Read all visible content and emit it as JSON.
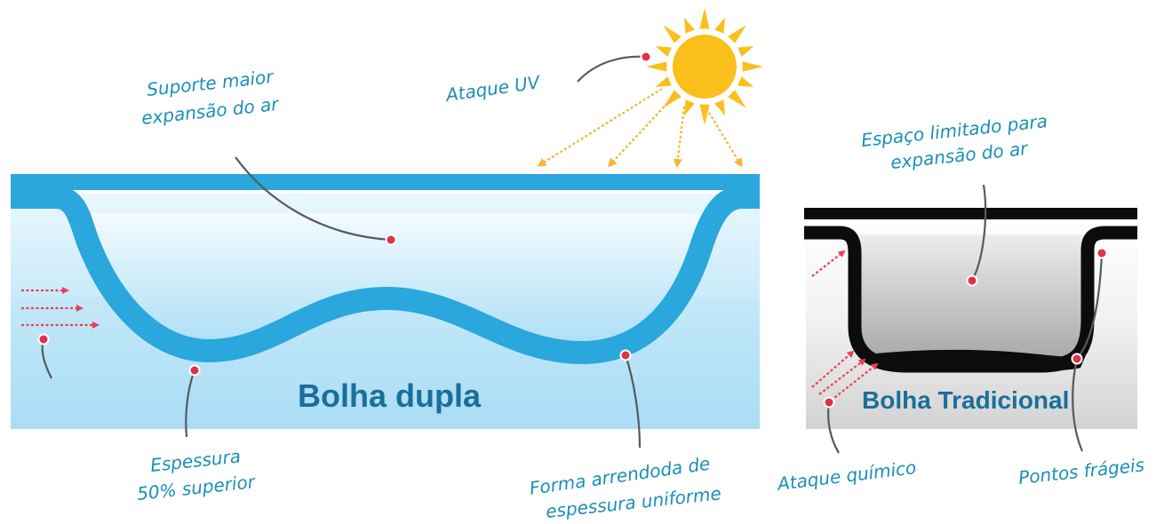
{
  "labels": {
    "suporte_line1": "Suporte maior",
    "suporte_line2": "expansão do ar",
    "ataque_uv": "Ataque UV",
    "espaco_line1": "Espaço limitado para",
    "espaco_line2": "expansão do ar",
    "espessura_line1": "Espessura",
    "espessura_line2": "50% superior",
    "forma_line1": "Forma arrendoda de",
    "forma_line2": "espessura uniforme",
    "ataque_quimico": "Ataque químico",
    "pontos_frageis": "Pontos frágeis"
  },
  "titles": {
    "bolha_dupla": "Bolha dupla",
    "bolha_tradicional": "Bolha Tradicional"
  },
  "colors": {
    "film_blue": "#2aa7dc",
    "water_light": "#e6f6fd",
    "water_mid": "#b8e3f7",
    "trad_black": "#0c0c0c",
    "trad_gray_light": "#f4f4f4",
    "trad_gray_dark": "#c9c9c9",
    "sun": "#fbbf1c",
    "arrow_red": "#e8405a",
    "dot_red": "#e0304a",
    "label_blue": "#1a8fb8",
    "title_blue": "#1a6f9a"
  },
  "icons": {
    "sun": "sun-icon"
  }
}
